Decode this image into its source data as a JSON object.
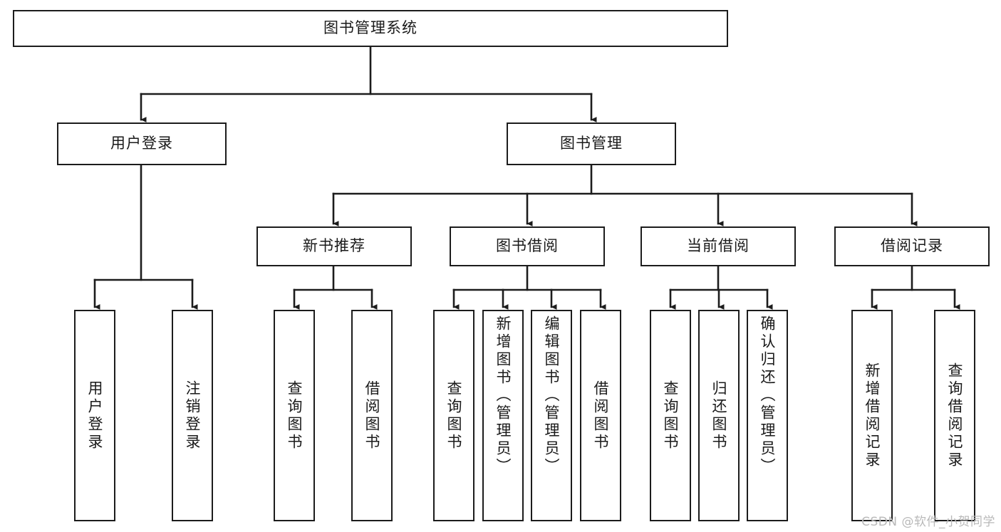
{
  "diagram": {
    "title": "图书管理系统",
    "type": "tree-hierarchy",
    "watermark": "CSDN @软件_小贺同学",
    "colors": {
      "box_border": "#1c1c1c",
      "box_fill": "#ffffff",
      "text": "#1a1a1a",
      "edge": "#1c1c1c",
      "watermark": "#b9b9b9",
      "background": "#ffffff"
    },
    "nodes": {
      "root": {
        "label": "图书管理系统",
        "level": 1,
        "orientation": "horizontal"
      },
      "user_login": {
        "label": "用户登录",
        "level": 2,
        "orientation": "horizontal"
      },
      "book_manage": {
        "label": "图书管理",
        "level": 2,
        "orientation": "horizontal"
      },
      "new_book_rec": {
        "label": "新书推荐",
        "level": 3,
        "orientation": "horizontal"
      },
      "book_borrow": {
        "label": "图书借阅",
        "level": 3,
        "orientation": "horizontal"
      },
      "current_borrow": {
        "label": "当前借阅",
        "level": 3,
        "orientation": "horizontal"
      },
      "borrow_record": {
        "label": "借阅记录",
        "level": 3,
        "orientation": "horizontal"
      },
      "leaf_user_login": {
        "label": "用户登录",
        "level": 4,
        "orientation": "vertical"
      },
      "leaf_logout": {
        "label": "注销登录",
        "level": 4,
        "orientation": "vertical"
      },
      "leaf_query_book_1": {
        "label": "查询图书",
        "level": 4,
        "orientation": "vertical"
      },
      "leaf_borrow_book_1": {
        "label": "借阅图书",
        "level": 4,
        "orientation": "vertical"
      },
      "leaf_query_book_2": {
        "label": "查询图书",
        "level": 4,
        "orientation": "vertical"
      },
      "leaf_add_book": {
        "label": "新增图书（管理员）",
        "level": 4,
        "orientation": "vertical"
      },
      "leaf_edit_book": {
        "label": "编辑图书（管理员）",
        "level": 4,
        "orientation": "vertical"
      },
      "leaf_borrow_book_2": {
        "label": "借阅图书",
        "level": 4,
        "orientation": "vertical"
      },
      "leaf_query_book_3": {
        "label": "查询图书",
        "level": 4,
        "orientation": "vertical"
      },
      "leaf_return_book": {
        "label": "归还图书",
        "level": 4,
        "orientation": "vertical"
      },
      "leaf_confirm_return": {
        "label": "确认归还（管理员）",
        "level": 4,
        "orientation": "vertical"
      },
      "leaf_add_record": {
        "label": "新增借阅记录",
        "level": 4,
        "orientation": "vertical"
      },
      "leaf_query_record": {
        "label": "查询借阅记录",
        "level": 4,
        "orientation": "vertical"
      }
    },
    "edges": [
      {
        "from": "root",
        "to": "user_login"
      },
      {
        "from": "root",
        "to": "book_manage"
      },
      {
        "from": "user_login",
        "to": "leaf_user_login"
      },
      {
        "from": "user_login",
        "to": "leaf_logout"
      },
      {
        "from": "book_manage",
        "to": "new_book_rec"
      },
      {
        "from": "book_manage",
        "to": "book_borrow"
      },
      {
        "from": "book_manage",
        "to": "current_borrow"
      },
      {
        "from": "book_manage",
        "to": "borrow_record"
      },
      {
        "from": "new_book_rec",
        "to": "leaf_query_book_1"
      },
      {
        "from": "new_book_rec",
        "to": "leaf_borrow_book_1"
      },
      {
        "from": "book_borrow",
        "to": "leaf_query_book_2"
      },
      {
        "from": "book_borrow",
        "to": "leaf_add_book"
      },
      {
        "from": "book_borrow",
        "to": "leaf_edit_book"
      },
      {
        "from": "book_borrow",
        "to": "leaf_borrow_book_2"
      },
      {
        "from": "current_borrow",
        "to": "leaf_query_book_3"
      },
      {
        "from": "current_borrow",
        "to": "leaf_return_book"
      },
      {
        "from": "current_borrow",
        "to": "leaf_confirm_return"
      },
      {
        "from": "borrow_record",
        "to": "leaf_add_record"
      },
      {
        "from": "borrow_record",
        "to": "leaf_query_record"
      }
    ]
  }
}
